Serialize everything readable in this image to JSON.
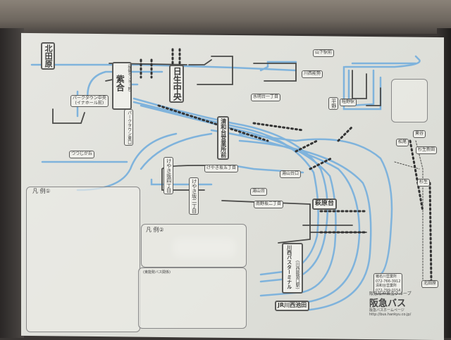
{
  "stations": {
    "kitadahara": "北田原",
    "shiori": "紫合",
    "shiori_sub": "(保健センター前)",
    "nissei_chuo": "日生中央",
    "parktown_chuo": "パークタウン中央",
    "parktown_sub": "(イナホール前)",
    "tsutsujigaoka": "つつじが丘",
    "parktown_higashi": "パークタウン東口",
    "seiwadai_eigyosho": "清和台営業所前",
    "keyakizaka_4": "けやき坂四丁目",
    "keyakizaka_5": "けやき坂五丁目",
    "keyakizaka_2": "けやき坂二丁目",
    "yuyamadai": "湯山台",
    "yuyamadai_guchi": "湯山台口",
    "minaminosaka_2": "南野坂二丁目",
    "hagiharadai": "萩原台",
    "kawanishi_bt": "川西バスターミナル",
    "kawanishi_bt_sub": "(川西能勢口駅)",
    "jr_kawanishi_ikeda": "JR川西池田",
    "yamashita": "山下駅前",
    "kawanishi_nose": "川西能勢",
    "hirano": "平野",
    "unebeno": "畦野駅",
    "suimeidai_1": "水明台一丁目",
    "higashitani": "東谷",
    "sugio_shinden": "杉生新田",
    "sugio": "杉生",
    "matsuo": "松尾",
    "kitadahara_2": "北田原"
  },
  "legend": {
    "legend1_title": "凡 例①",
    "legend2_title": "凡 例②",
    "legend3_title": "(東能勢バス関係)"
  },
  "footer": {
    "group": "阪急阪神東宝グループ",
    "brand": "阪急バス",
    "homepage_label": "阪急バスホームページ",
    "url": "http://bus.hankyu.co.jp/",
    "office1": "猪名川営業所",
    "office1_tel": "072-766-3912",
    "office2": "清和台営業所",
    "office2_tel": "072-799-0154"
  },
  "colors": {
    "route_blue": "#7fb3dc",
    "route_dark": "#4a4a48",
    "poster": "#e2e2dd"
  }
}
